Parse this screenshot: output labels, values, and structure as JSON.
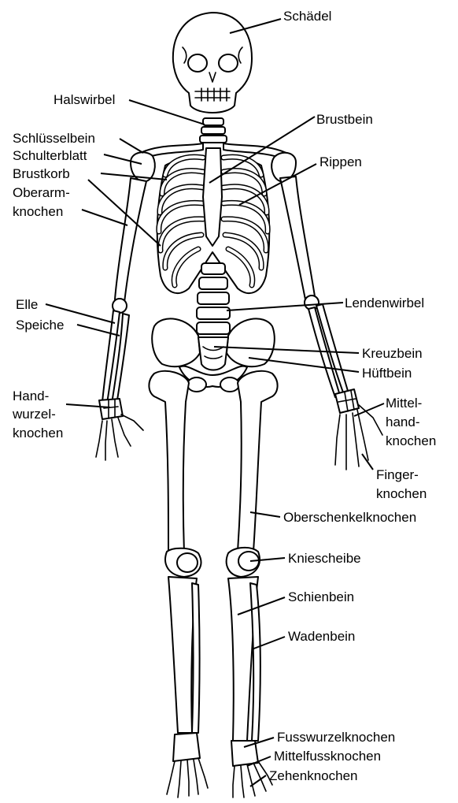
{
  "labels": {
    "schaedel": "Schädel",
    "halswirbel": "Halswirbel",
    "brustbein": "Brustbein",
    "schluesselbein": "Schlüsselbein",
    "schulterblatt": "Schulterblatt",
    "brustkorb": "Brustkorb",
    "rippen": "Rippen",
    "oberarm_1": "Oberarm-",
    "oberarm_2": "knochen",
    "elle": "Elle",
    "speiche": "Speiche",
    "lendenwirbel": "Lendenwirbel",
    "kreuzbein": "Kreuzbein",
    "hueftbein": "Hüftbein",
    "handwurzel_1": "Hand-",
    "handwurzel_2": "wurzel-",
    "handwurzel_3": "knochen",
    "mittelhand_1": "Mittel-",
    "mittelhand_2": "hand-",
    "mittelhand_3": "knochen",
    "finger_1": "Finger-",
    "finger_2": "knochen",
    "oberschenkel": "Oberschenkelknochen",
    "kniescheibe": "Kniescheibe",
    "schienbein": "Schienbein",
    "wadenbein": "Wadenbein",
    "fusswurzel": "Fusswurzelknochen",
    "mittelfuss": "Mittelfussknochen",
    "zehen": "Zehenknochen"
  }
}
